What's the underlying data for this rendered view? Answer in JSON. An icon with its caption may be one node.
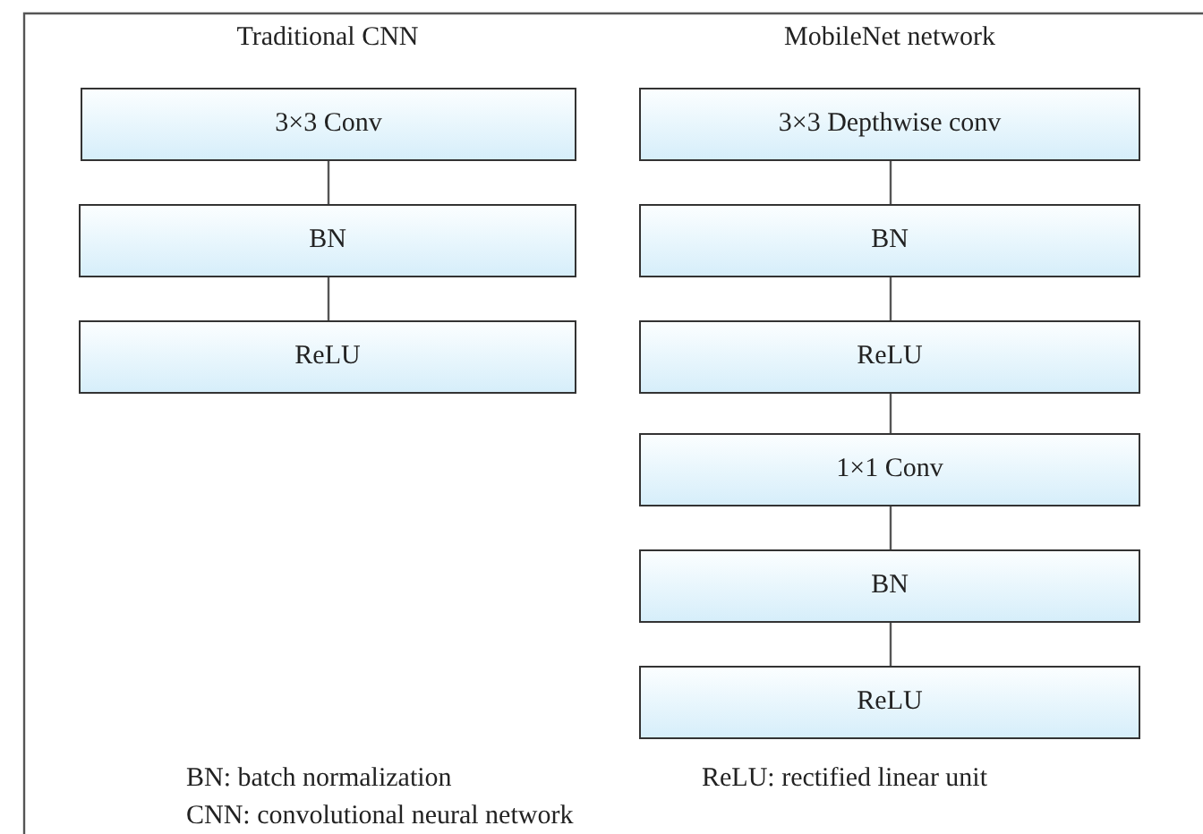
{
  "diagram": {
    "nodes": [
      {
        "text": [
          "3×3 Conv"
        ]
      },
      {
        "text": [
          "BN"
        ]
      },
      {
        "text": [
          "ReLU"
        ]
      },
      {
        "text": [
          "3×3 Depthwise conv"
        ]
      },
      {
        "text": [
          "BN"
        ]
      },
      {
        "text": [
          "ReLU"
        ]
      },
      {
        "text": [
          "1×1 Conv"
        ]
      },
      {
        "text": [
          "BN"
        ]
      },
      {
        "text": [
          "ReLU"
        ]
      }
    ],
    "edges": [
      {
        "from": 0,
        "to": 1,
        "arrow": "none"
      },
      {
        "from": 1,
        "to": 2,
        "arrow": "none"
      },
      {
        "from": 3,
        "to": 4,
        "arrow": "none"
      },
      {
        "from": 4,
        "to": 5,
        "arrow": "none"
      },
      {
        "from": 5,
        "to": 6,
        "arrow": "none"
      },
      {
        "from": 6,
        "to": 7,
        "arrow": "none"
      },
      {
        "from": 7,
        "to": 8,
        "arrow": "none"
      }
    ],
    "labels": [
      "Traditional CNN",
      "MobileNet network",
      "BN: batch normalization",
      "ReLU: rectified linear unit",
      "CNN: convolutional neural network"
    ]
  }
}
